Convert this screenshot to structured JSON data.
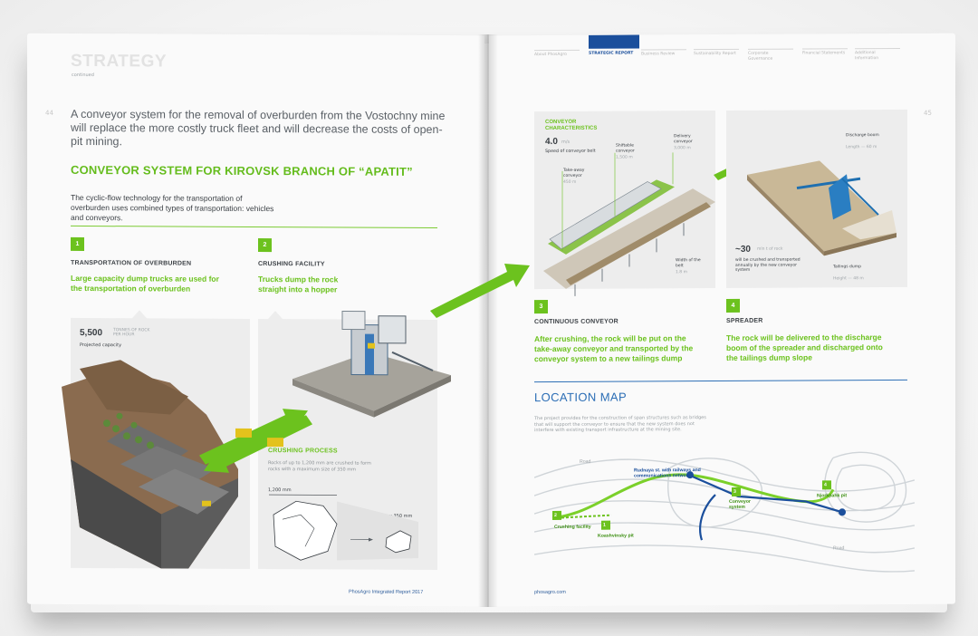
{
  "left_page": {
    "section_title": "STRATEGY",
    "section_sub": "continued",
    "page_number": "44",
    "intro": "A conveyor system for the removal of overburden from the Vostochny mine will replace the more costly truck fleet and will decrease the costs of open-pit mining.",
    "heading": "CONVEYOR SYSTEM FOR KIROVSK BRANCH OF “APATIT”",
    "description": "The cyclic-flow technology for the transportation of overburden uses combined types of transportation: vehicles and conveyors.",
    "step1": {
      "num": "1",
      "title": "TRANSPORTATION OF OVERBURDEN",
      "text": "Large capacity dump trucks are used for the transportation of overburden"
    },
    "step2": {
      "num": "2",
      "title": "CRUSHING FACILITY",
      "text": "Trucks dump the rock straight into a hopper"
    },
    "capacity": {
      "value": "5,500",
      "unit": "TONNES OF ROCK PER HOUR",
      "label": "Projected capacity"
    },
    "crushing": {
      "title": "CRUSHING PROCESS",
      "text": "Rocks of up to 1,200 mm are crushed to form rocks with a maximum size of 350 mm",
      "size_in": "1,200 mm",
      "size_out": "max 350 mm"
    },
    "footer": "PhosAgro Integrated Report 2017"
  },
  "right_page": {
    "page_number": "45",
    "nav": [
      {
        "label": "About PhosAgro",
        "active": false
      },
      {
        "label": "STRATEGIC REPORT",
        "active": true
      },
      {
        "label": "Business Review",
        "active": false
      },
      {
        "label": "Sustainability Report",
        "active": false
      },
      {
        "label": "Corporate Governance",
        "active": false
      },
      {
        "label": "Financial Statements",
        "active": false
      },
      {
        "label": "Additional Information",
        "active": false
      }
    ],
    "conveyor_char": {
      "title_line1": "CONVEYOR",
      "title_line2": "CHARACTERISTICS",
      "speed_value": "4.0",
      "speed_unit": "m/s",
      "speed_label": "Speed of conveyor belt",
      "takeaway": "Take-away conveyor",
      "takeaway_val": "450 m",
      "shiftable": "Shiftable conveyor",
      "shiftable_val": "1,500 m",
      "delivery": "Delivery conveyor",
      "delivery_val": "3,000 m",
      "width_label": "Width of the belt",
      "width_val": "1.8 m"
    },
    "spreader_panel": {
      "discharge": "Discharge boom",
      "discharge_val": "Length — 60 m",
      "amount": "~30",
      "amount_unit": "mln t of rock",
      "amount_text": "will be crushed and transported annually by the new conveyor system",
      "tailings": "Tailings dump",
      "tailings_val": "Height — 48 m"
    },
    "step3": {
      "num": "3",
      "title": "CONTINUOUS CONVEYOR",
      "text": "After crushing, the rock will be put on the take-away conveyor and transported by the conveyor system to a new tailings dump"
    },
    "step4": {
      "num": "4",
      "title": "SPREADER",
      "text": "The rock will be delivered to the discharge boom of the spreader and discharged onto the tailings dump slope"
    },
    "map": {
      "title": "LOCATION MAP",
      "text": "The project provides for the construction of span structures such as bridges that will support the conveyor to ensure that the new system does not interfere with existing transport infrastructure at the mining site.",
      "labels": {
        "road1": "Road",
        "road2": "Road",
        "rudnaya": "Rudnaya st. with railways and communications network",
        "crushing": "Crushing facility",
        "koashva": "Koashvinsky pit",
        "conveyor": "Conveyor system",
        "njorkpahk": "Njorkpahk pit",
        "n1": "1",
        "n2": "2",
        "n3": "3",
        "n4": "4"
      }
    },
    "footer": "phosagro.com"
  },
  "colors": {
    "green": "#6cc21e",
    "blue": "#1b4f9c",
    "panel": "#ededed"
  }
}
